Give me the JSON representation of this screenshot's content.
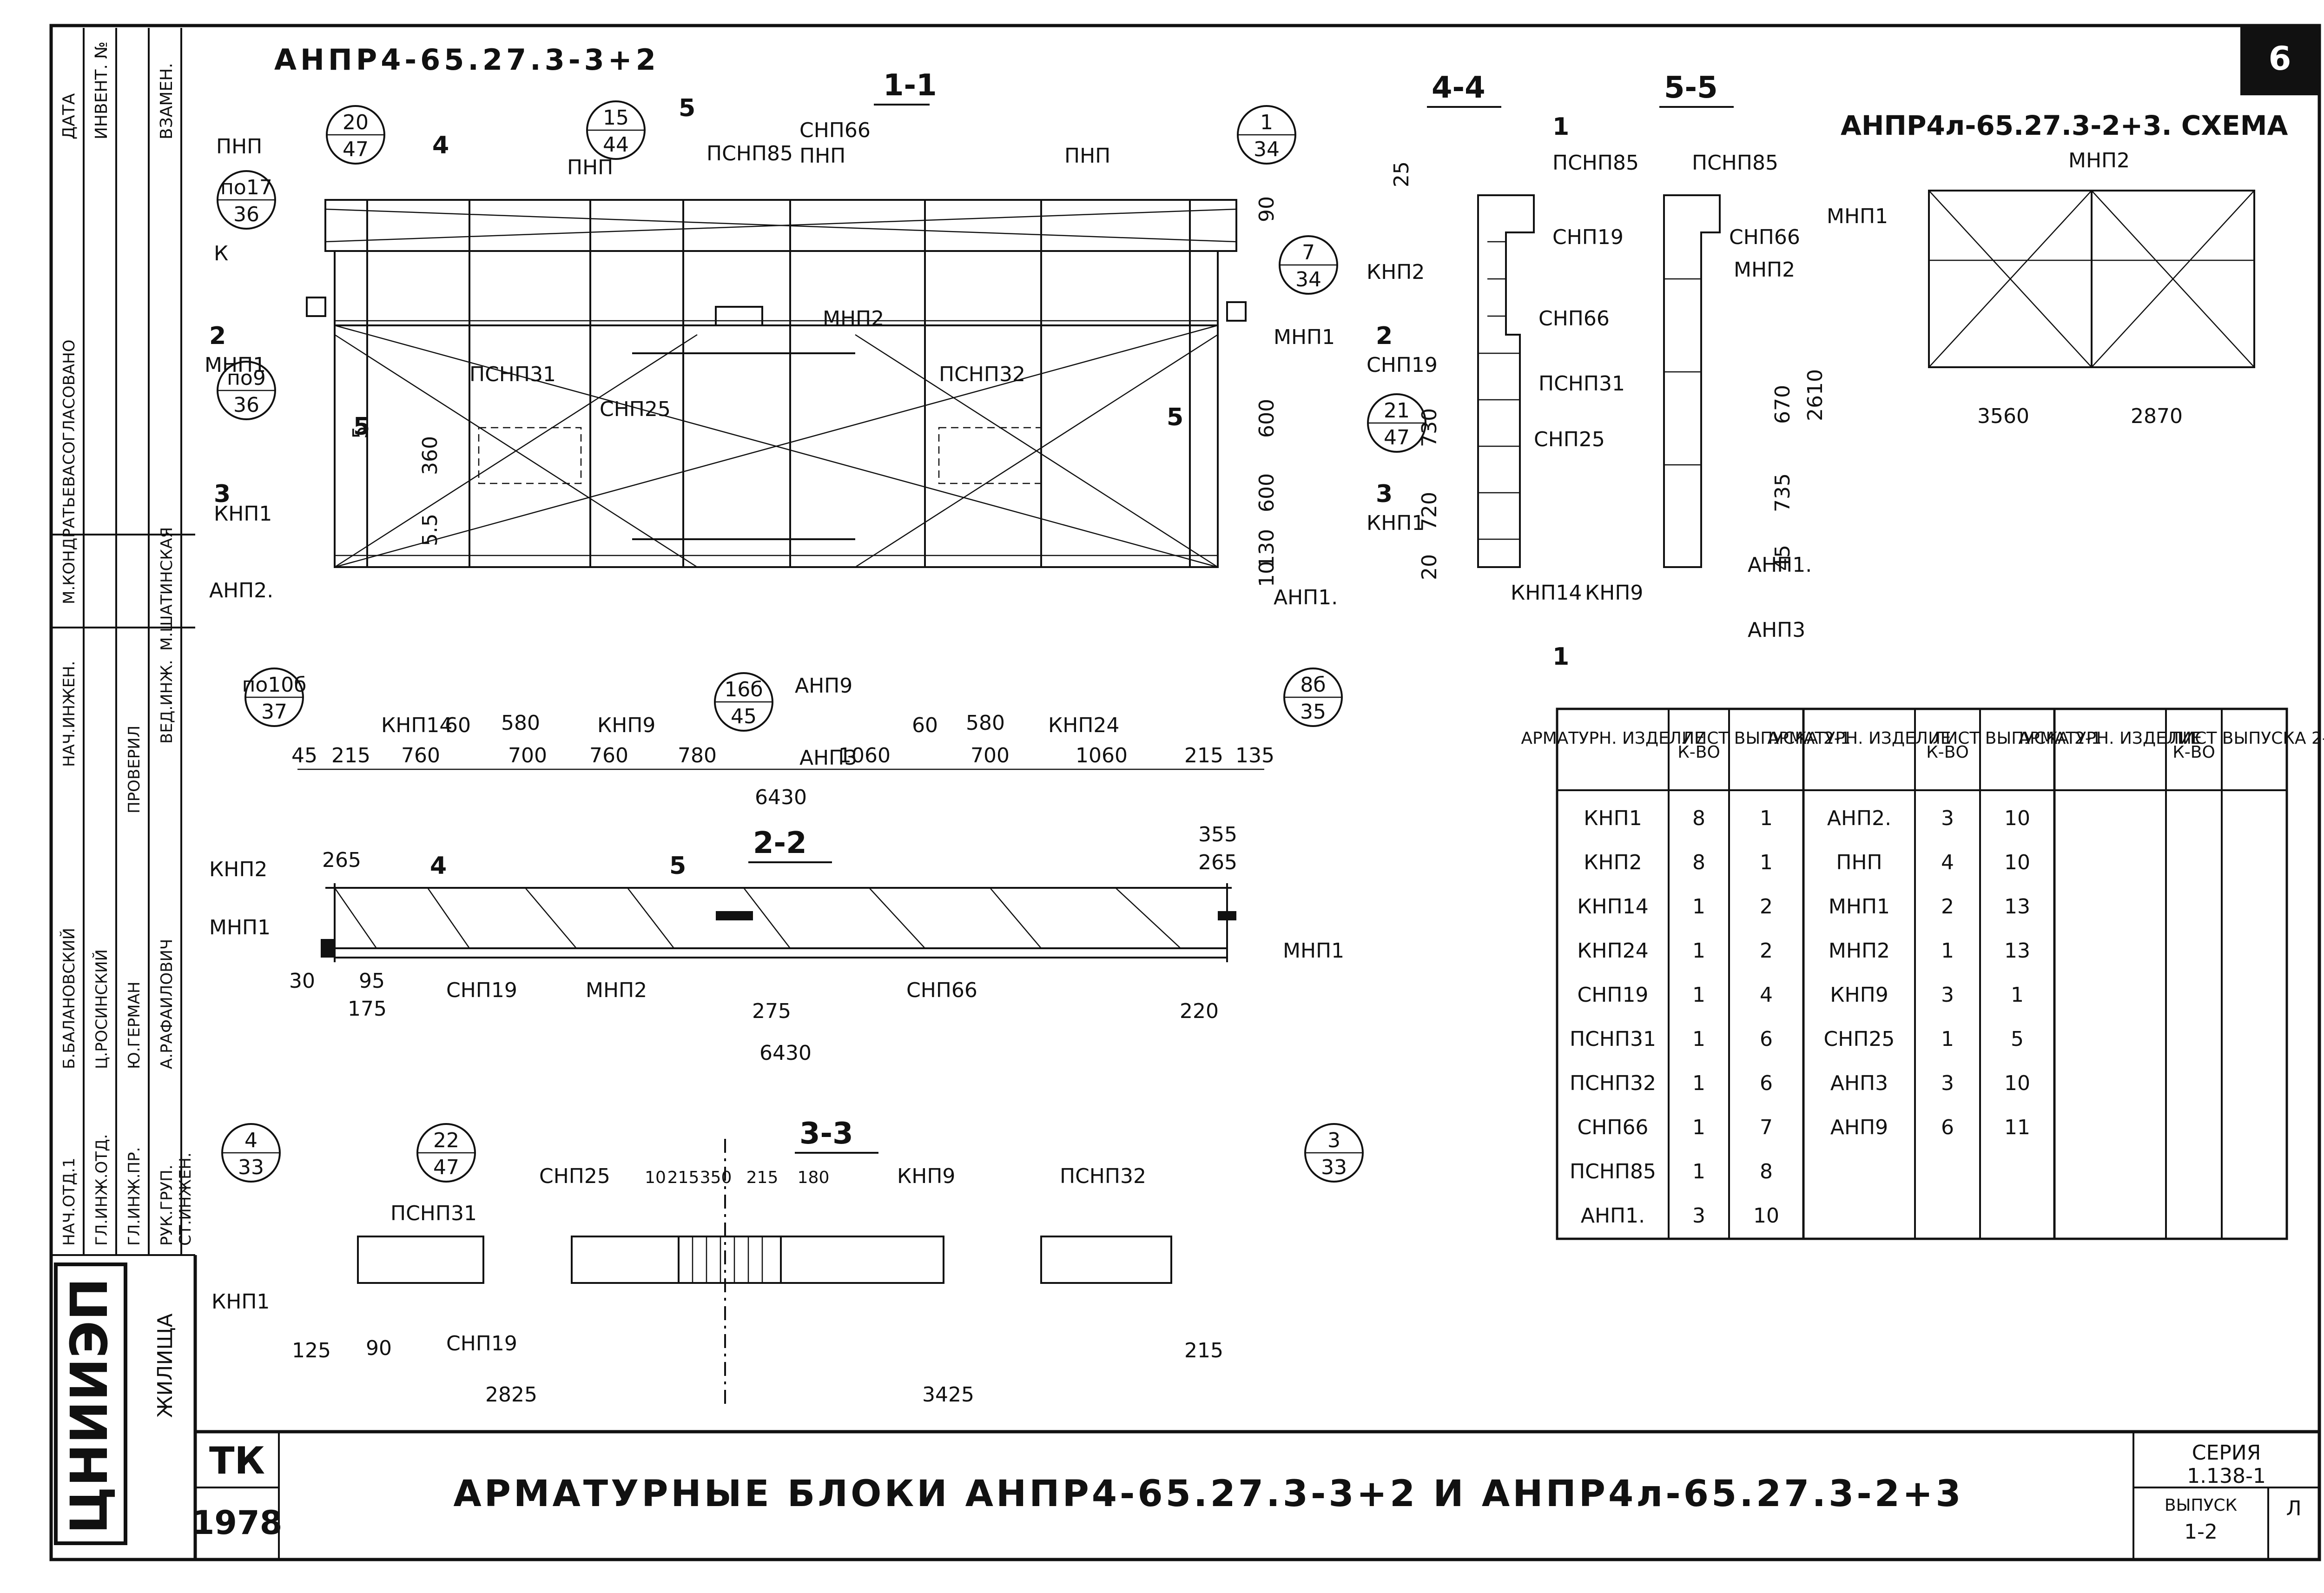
{
  "drawing": {
    "main_title": "АНПР4-65.27.3-3+2",
    "scheme_title": "АНПР4л-65.27.3-2+3. СХЕМА",
    "section_labels": {
      "s1": "1-1",
      "s22": "2-2",
      "s33": "3-3",
      "s44": "4-4",
      "s55": "5-5"
    }
  },
  "title_block": {
    "sheet_title": "АРМАТУРНЫЕ БЛОКИ АНПР4-65.27.3-3+2 И АНПР4л-65.27.3-2+3",
    "org_code": "ТК",
    "year": "1978",
    "org_logo_text": "ЦНИИЭП",
    "org_subtitle": "ЖИЛИЩА",
    "series_label": "СЕРИЯ",
    "series_value": "1.138-1",
    "issue_label": "ВЫПУСК",
    "issue_value": "1-2",
    "sheet_letter": "Л",
    "sheet_number": "6"
  },
  "approval": {
    "agreed_heading": "СОГЛАСОВАНО",
    "date_label": "ДАТА",
    "inv_label": "ИНВЕНТ. №",
    "replace_label": "ВЗАМЕН.",
    "checked_heading": "ПРОВЕРИЛ",
    "rows": [
      {
        "role": "НАЧ.ОТД.1",
        "name": "Б.БАЛАНОВСКИЙ"
      },
      {
        "role": "ГЛ.ИНЖ.ОТД.",
        "name": "Ц.РОСИНСКИЙ"
      },
      {
        "role": "ГЛ.ИНЖ.ПР.",
        "name": "Ю.ГЕРМАН"
      },
      {
        "role": "РУК.ГРУП.",
        "name": "А.РАФАИЛОВИЧ"
      },
      {
        "role": "СТ.ИНЖЕН.",
        "name": ""
      }
    ],
    "extra": [
      {
        "role": "НАЧ.ИНЖЕН.",
        "name": "М.КОНДРАТЬЕВА"
      },
      {
        "role": "ВЕД.ИНЖ.",
        "name": "М.ШАТИНСКАЯ"
      }
    ]
  },
  "callouts": [
    {
      "top": "20",
      "bottom": "47"
    },
    {
      "top": "15",
      "bottom": "44"
    },
    {
      "top": "1",
      "bottom": "34"
    },
    {
      "top": "по17",
      "bottom": "36"
    },
    {
      "top": "7",
      "bottom": "34"
    },
    {
      "top": "по9",
      "bottom": "36"
    },
    {
      "top": "21",
      "bottom": "47"
    },
    {
      "top": "по10б",
      "bottom": "37"
    },
    {
      "top": "16б",
      "bottom": "45"
    },
    {
      "top": "8б",
      "bottom": "35"
    },
    {
      "top": "4",
      "bottom": "33"
    },
    {
      "top": "22",
      "bottom": "47"
    },
    {
      "top": "3",
      "bottom": "33"
    }
  ],
  "labels": {
    "pnp": "ПНП",
    "psnp85": "ПСНП85",
    "snp66": "СНП66",
    "k": "К",
    "mnp1": "МНП1",
    "mnp2": "МНП2",
    "knp1": "КНП1",
    "knp2": "КНП2",
    "anp1": "АНП1.",
    "anp2": "АНП2.",
    "anp3": "АНП3",
    "anp9": "АНП9",
    "psnp31": "ПСНП31",
    "psnp32": "ПСНП32",
    "snp25": "СНП25",
    "snp19": "СНП19",
    "knp9": "КНП9",
    "knp14": "КНП14",
    "knp24": "КНП24",
    "sec1": "1",
    "sec2": "2",
    "sec3": "3",
    "sec4": "4",
    "sec5": "5"
  },
  "dimensions": {
    "plan_bottom": [
      "45",
      "215",
      "760",
      "60",
      "580",
      "700",
      "760",
      "780",
      "1060",
      "60",
      "580",
      "700",
      "1060",
      "215",
      "135"
    ],
    "plan_total": "6430",
    "plan_right": [
      "90",
      "600",
      "600",
      "130",
      "10"
    ],
    "plan_left": [
      "5",
      "360",
      "5.5"
    ],
    "sec22_top": [
      "265",
      "355",
      "265"
    ],
    "sec22_bottom": [
      "30",
      "95",
      "175",
      "275",
      "220"
    ],
    "sec22_total": "6430",
    "sec33_top": [
      "10",
      "215",
      "350",
      "215",
      "180"
    ],
    "sec33_bottom": [
      "125",
      "90",
      "2825",
      "3425",
      "215"
    ],
    "sec44": [
      "25",
      "730",
      "720",
      "20"
    ],
    "sec55": [
      "670",
      "2610",
      "735",
      "45"
    ],
    "scheme": [
      "3560",
      "2870"
    ]
  },
  "spec_table": {
    "headers": [
      "АРМАТУРН. ИЗДЕЛИЕ",
      "К-ВО",
      "ЛИСТ ВЫПУСКА 2-1"
    ],
    "col1": [
      [
        "КНП1",
        "8",
        "1"
      ],
      [
        "КНП2",
        "8",
        "1"
      ],
      [
        "КНП14",
        "1",
        "2"
      ],
      [
        "КНП24",
        "1",
        "2"
      ],
      [
        "СНП19",
        "1",
        "4"
      ],
      [
        "ПСНП31",
        "1",
        "6"
      ],
      [
        "ПСНП32",
        "1",
        "6"
      ],
      [
        "СНП66",
        "1",
        "7"
      ],
      [
        "ПСНП85",
        "1",
        "8"
      ],
      [
        "АНП1.",
        "3",
        "10"
      ]
    ],
    "col2": [
      [
        "АНП2.",
        "3",
        "10"
      ],
      [
        "ПНП",
        "4",
        "10"
      ],
      [
        "МНП1",
        "2",
        "13"
      ],
      [
        "МНП2",
        "1",
        "13"
      ],
      [
        "КНП9",
        "3",
        "1"
      ],
      [
        "СНП25",
        "1",
        "5"
      ],
      [
        "АНП3",
        "3",
        "10"
      ],
      [
        "АНП9",
        "6",
        "11"
      ]
    ]
  }
}
